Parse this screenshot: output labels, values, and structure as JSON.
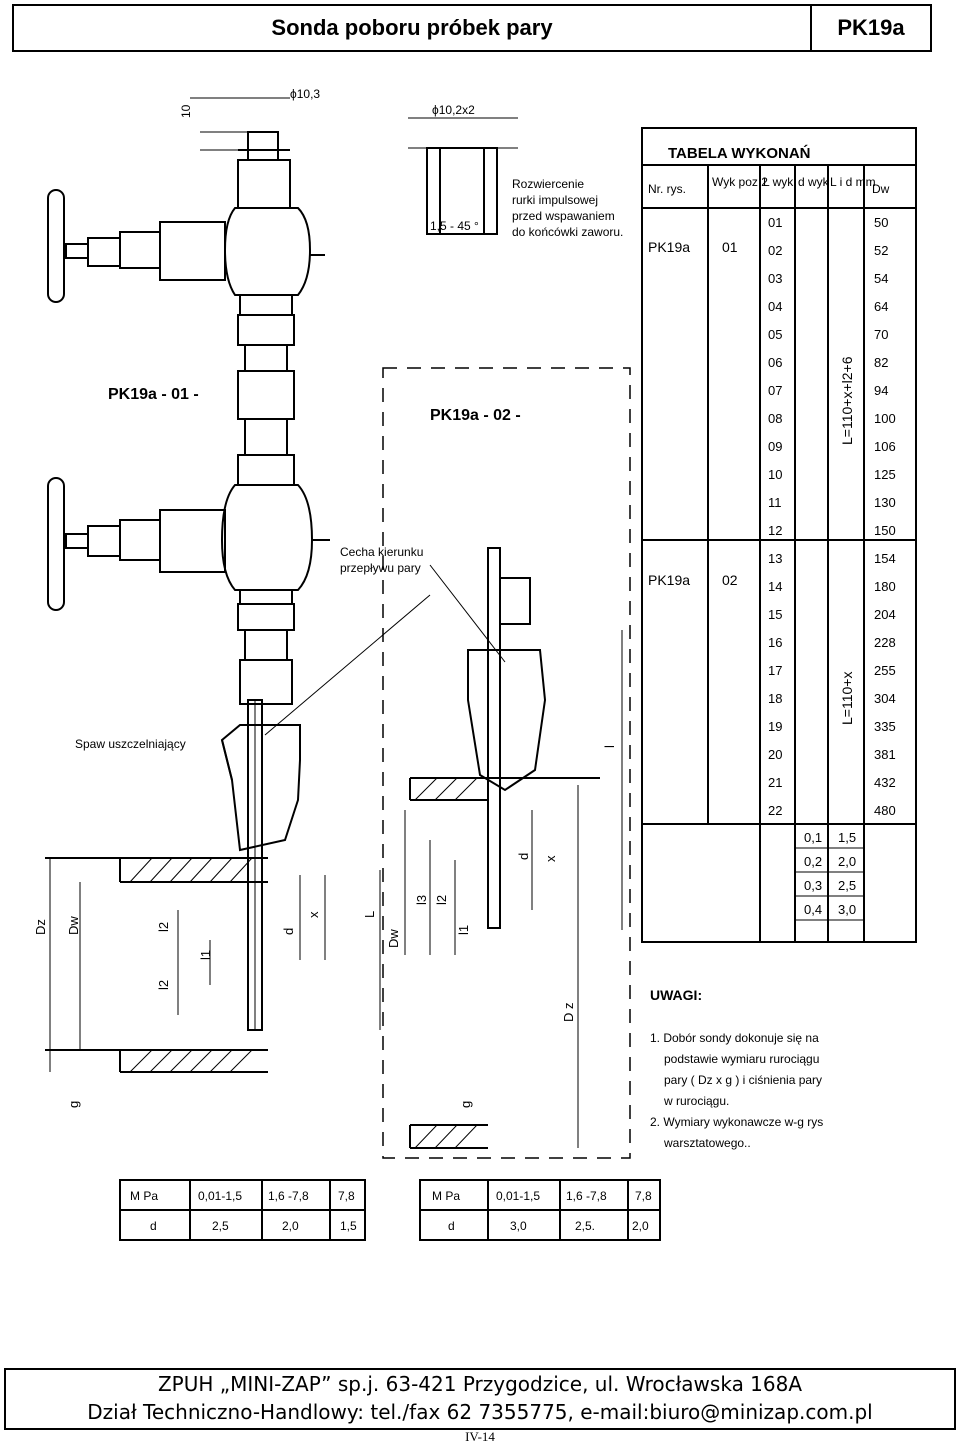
{
  "header": {
    "title": "Sonda poboru próbek pary",
    "code": "PK19a"
  },
  "drawing": {
    "dims": {
      "top_phi": "ϕ10,3",
      "top_len": "10",
      "detail_phi": "ϕ10,2x2",
      "chamfer": "1,5 - 45 °"
    },
    "notes": {
      "drill": [
        "Rozwiercenie",
        "rurki impulsowej",
        "przed wspawaniem",
        "do końcówki zaworu."
      ],
      "flow": [
        "Cecha kierunku",
        "przepływu pary"
      ],
      "weld": "Spaw uszczelniający"
    },
    "labels": {
      "v01": "PK19a - 01 -",
      "v02": "PK19a - 02 -"
    },
    "symbols": {
      "Dz": "Dz",
      "Dw": "Dw",
      "g": "g",
      "d": "d",
      "x": "x",
      "L": "L",
      "l1": "l1",
      "l2": "l2",
      "l3": "l3",
      "l": "l",
      "Dz2": "D z"
    }
  },
  "table_wykonan": {
    "title": "TABELA  WYKONAŃ",
    "headers": [
      "Nr. rys.",
      "Wyk poz 2",
      "L wyk",
      "d wyk",
      "L i d mm",
      "Dw"
    ],
    "group1": {
      "nr": "PK19a",
      "wyk": "01",
      "formula": "L=110+x+l2+6"
    },
    "group2": {
      "nr": "PK19a",
      "wyk": "02",
      "formula": "L=110+x"
    },
    "rows": [
      [
        "01",
        "50"
      ],
      [
        "02",
        "52"
      ],
      [
        "03",
        "54"
      ],
      [
        "04",
        "64"
      ],
      [
        "05",
        "70"
      ],
      [
        "06",
        "82"
      ],
      [
        "07",
        "94"
      ],
      [
        "08",
        "100"
      ],
      [
        "09",
        "106"
      ],
      [
        "10",
        "125"
      ],
      [
        "11",
        "130"
      ],
      [
        "12",
        "150"
      ],
      [
        "13",
        "154"
      ],
      [
        "14",
        "180"
      ],
      [
        "15",
        "204"
      ],
      [
        "16",
        "228"
      ],
      [
        "17",
        "255"
      ],
      [
        "18",
        "304"
      ],
      [
        "19",
        "335"
      ],
      [
        "20",
        "381"
      ],
      [
        "21",
        "432"
      ],
      [
        "22",
        "480"
      ]
    ],
    "d_rows": [
      [
        "0,1",
        "1,5"
      ],
      [
        "0,2",
        "2,0"
      ],
      [
        "0,3",
        "2,5"
      ],
      [
        "0,4",
        "3,0"
      ]
    ]
  },
  "uwagi": {
    "title": "UWAGI:",
    "lines": [
      "1. Dobór sondy dokonuje się na",
      "podstawie wymiaru rurociągu",
      "pary ( Dz x g ) i ciśnienia pary",
      "w rurociągu.",
      "2. Wymiary wykonawcze  w-g rys",
      "warsztatowego.."
    ]
  },
  "pressure_tables": [
    {
      "row1": [
        "M Pa",
        "0,01-1,5",
        "1,6 -7,8",
        "7,8"
      ],
      "row2": [
        "d",
        "2,5",
        "2,0",
        "1,5"
      ]
    },
    {
      "row1": [
        "M Pa",
        "0,01-1,5",
        "1,6 -7,8",
        "7,8"
      ],
      "row2": [
        "d",
        "3,0",
        "2,5.",
        "2,0"
      ]
    }
  ],
  "footer": {
    "line1": "ZPUH „MINI-ZAP” sp.j. 63-421 Przygodzice, ul. Wrocławska 168A",
    "line2": "Dział Techniczno-Handlowy: tel./fax 62 7355775, e-mail:biuro@minizap.com.pl"
  },
  "page_number": "IV-14"
}
